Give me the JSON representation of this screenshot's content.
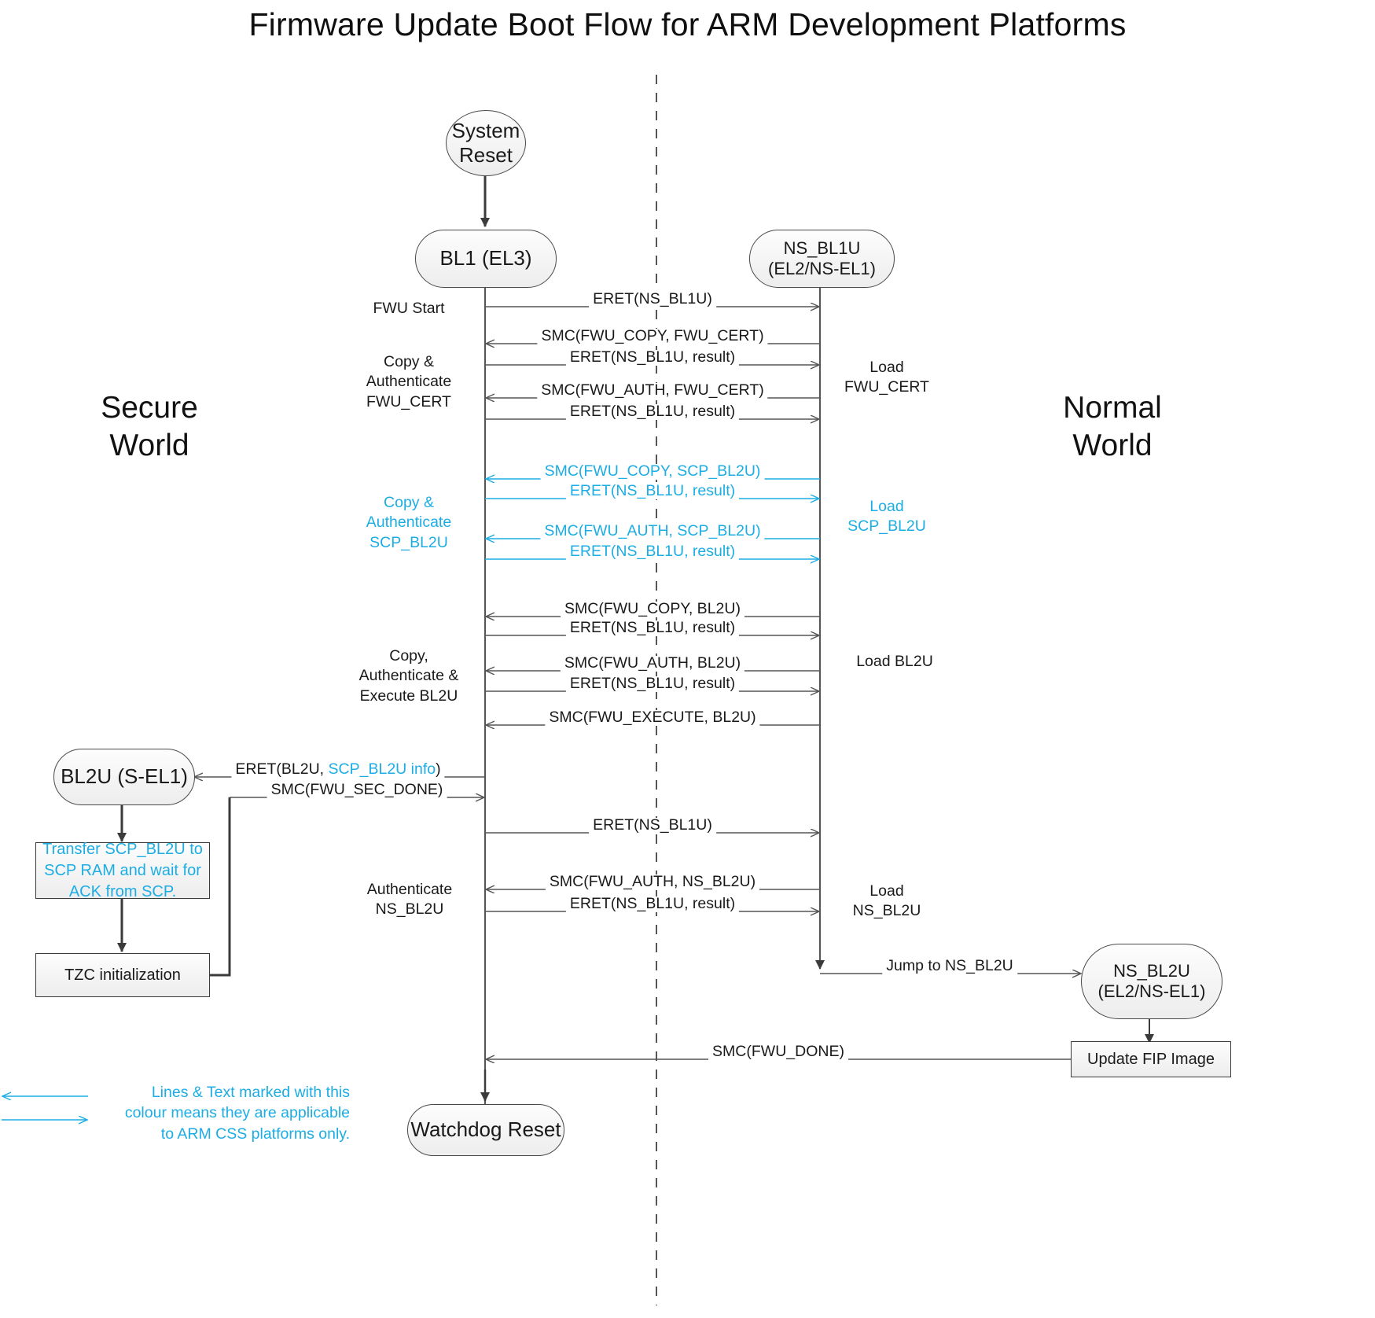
{
  "title": "Firmware Update Boot Flow for ARM Development Platforms",
  "colors": {
    "accent_cyan": "#1CADE4",
    "line_black": "#3b3b3b",
    "node_fill": "#f2f2f2"
  },
  "worlds": {
    "secure": "Secure\nWorld",
    "normal": "Normal\nWorld"
  },
  "nodes": {
    "system_reset": "System\nReset",
    "bl1": "BL1\n(EL3)",
    "ns_bl1u": "NS_BL1U\n(EL2/NS-EL1)",
    "bl2u": "BL2U\n(S-EL1)",
    "transfer_scp": "Transfer SCP_BL2U to SCP RAM and wait for ACK from SCP.",
    "tzc_init": "TZC initialization",
    "ns_bl2u": "NS_BL2U\n(EL2/NS-EL1)",
    "update_fip": "Update FIP Image",
    "watchdog_reset": "Watchdog Reset"
  },
  "messages": [
    {
      "id": "m1",
      "text": "ERET(NS_BL1U)",
      "dir": "right",
      "color": "black"
    },
    {
      "id": "m2",
      "text": "SMC(FWU_COPY, FWU_CERT)",
      "dir": "left",
      "color": "black"
    },
    {
      "id": "m3",
      "text": "ERET(NS_BL1U, result)",
      "dir": "right",
      "color": "black"
    },
    {
      "id": "m4",
      "text": "SMC(FWU_AUTH, FWU_CERT)",
      "dir": "left",
      "color": "black"
    },
    {
      "id": "m5",
      "text": "ERET(NS_BL1U, result)",
      "dir": "right",
      "color": "black"
    },
    {
      "id": "m6",
      "text": "SMC(FWU_COPY, SCP_BL2U)",
      "dir": "left",
      "color": "cyan"
    },
    {
      "id": "m7",
      "text": "ERET(NS_BL1U, result)",
      "dir": "right",
      "color": "cyan"
    },
    {
      "id": "m8",
      "text": "SMC(FWU_AUTH, SCP_BL2U)",
      "dir": "left",
      "color": "cyan"
    },
    {
      "id": "m9",
      "text": "ERET(NS_BL1U, result)",
      "dir": "right",
      "color": "cyan"
    },
    {
      "id": "m10",
      "text": "SMC(FWU_COPY, BL2U)",
      "dir": "left",
      "color": "black"
    },
    {
      "id": "m11",
      "text": "ERET(NS_BL1U, result)",
      "dir": "right",
      "color": "black"
    },
    {
      "id": "m12",
      "text": "SMC(FWU_AUTH, BL2U)",
      "dir": "left",
      "color": "black"
    },
    {
      "id": "m13",
      "text": "ERET(NS_BL1U, result)",
      "dir": "right",
      "color": "black"
    },
    {
      "id": "m14",
      "text": "SMC(FWU_EXECUTE, BL2U)",
      "dir": "left",
      "color": "black"
    },
    {
      "id": "m15",
      "text": "ERET(NS_BL1U)",
      "dir": "right",
      "color": "black"
    },
    {
      "id": "m16",
      "text": "SMC(FWU_AUTH, NS_BL2U)",
      "dir": "left",
      "color": "black"
    },
    {
      "id": "m17",
      "text": "ERET(NS_BL1U, result)",
      "dir": "right",
      "color": "black"
    }
  ],
  "bl2u_messages": {
    "eret_bl2u_prefix": "ERET(BL2U, ",
    "eret_bl2u_cyan": "SCP_BL2U info",
    "eret_bl2u_suffix": ")",
    "smc_fwu_sec_done": "SMC(FWU_SEC_DONE)"
  },
  "other_messages": {
    "jump_ns_bl2u": "Jump to NS_BL2U",
    "smc_fwu_done": "SMC(FWU_DONE)"
  },
  "left_labels": [
    {
      "id": "l1",
      "text": "FWU Start",
      "color": "black"
    },
    {
      "id": "l2",
      "text": "Copy &\nAuthenticate\nFWU_CERT",
      "color": "black"
    },
    {
      "id": "l3",
      "text": "Copy &\nAuthenticate\nSCP_BL2U",
      "color": "cyan"
    },
    {
      "id": "l4",
      "text": "Copy,\nAuthenticate &\nExecute BL2U",
      "color": "black"
    },
    {
      "id": "l5",
      "text": "Authenticate\nNS_BL2U",
      "color": "black"
    }
  ],
  "right_labels": [
    {
      "id": "r1",
      "text": "Load\nFWU_CERT",
      "color": "black"
    },
    {
      "id": "r2",
      "text": "Load\nSCP_BL2U",
      "color": "cyan"
    },
    {
      "id": "r3",
      "text": "Load BL2U",
      "color": "black"
    },
    {
      "id": "r4",
      "text": "Load\nNS_BL2U",
      "color": "black"
    }
  ],
  "legend": {
    "note": "Lines & Text marked with this\ncolour means they are applicable\nto ARM CSS platforms only."
  }
}
